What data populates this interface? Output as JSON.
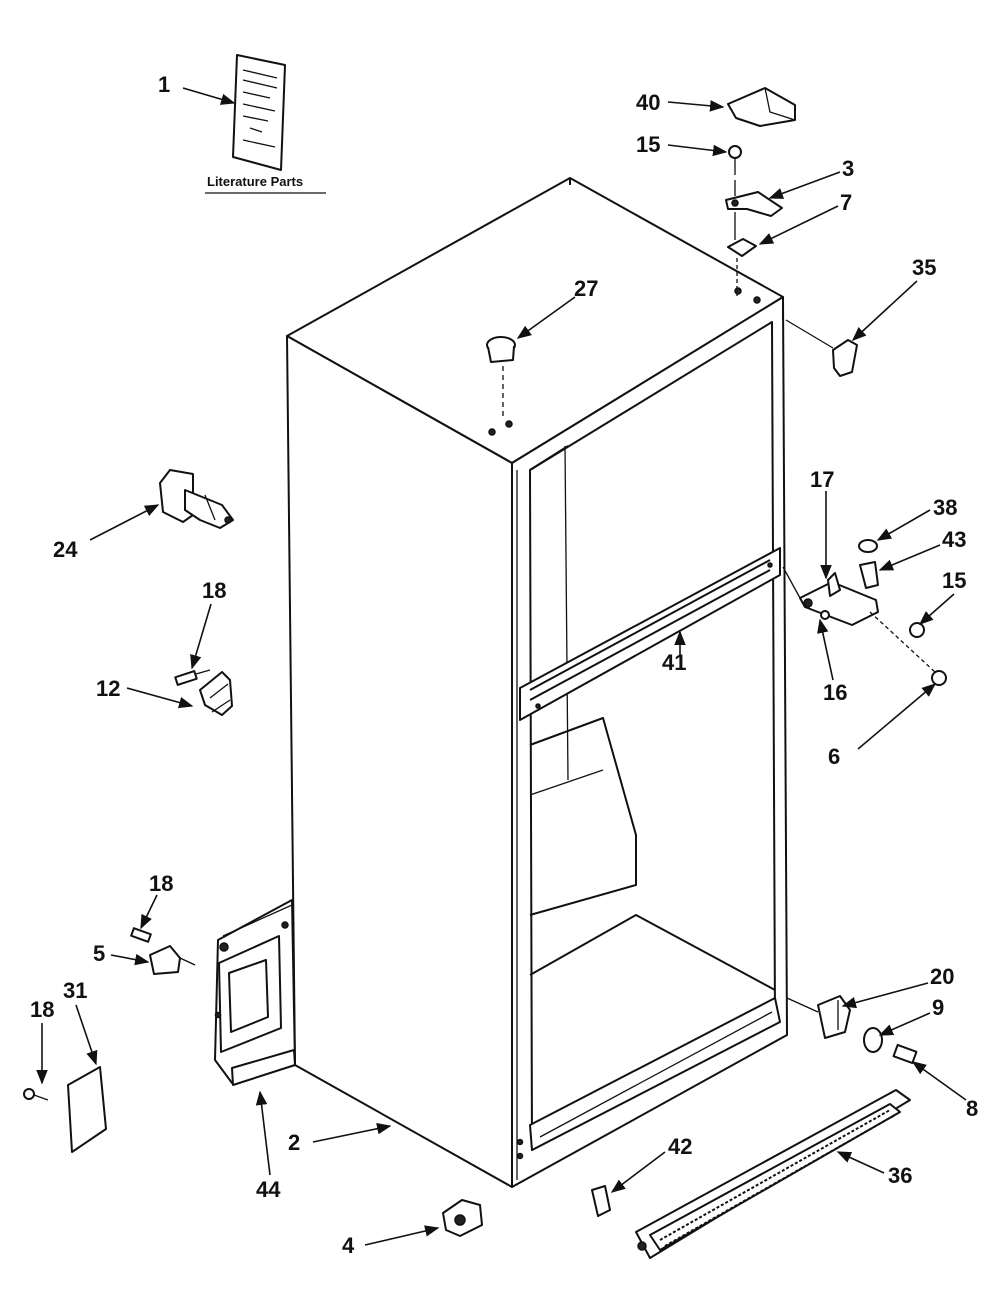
{
  "literature_caption": "Literature Parts",
  "callouts": {
    "c1": "1",
    "c40": "40",
    "c15a": "15",
    "c3": "3",
    "c7": "7",
    "c35": "35",
    "c27": "27",
    "c24": "24",
    "c18a": "18",
    "c12": "12",
    "c17": "17",
    "c38": "38",
    "c43": "43",
    "c15b": "15",
    "c41": "41",
    "c16": "16",
    "c6": "6",
    "c18b": "18",
    "c5": "5",
    "c18c": "18",
    "c31": "31",
    "c20": "20",
    "c9": "9",
    "c8": "8",
    "c2": "2",
    "c44": "44",
    "c42": "42",
    "c36": "36",
    "c4": "4"
  }
}
